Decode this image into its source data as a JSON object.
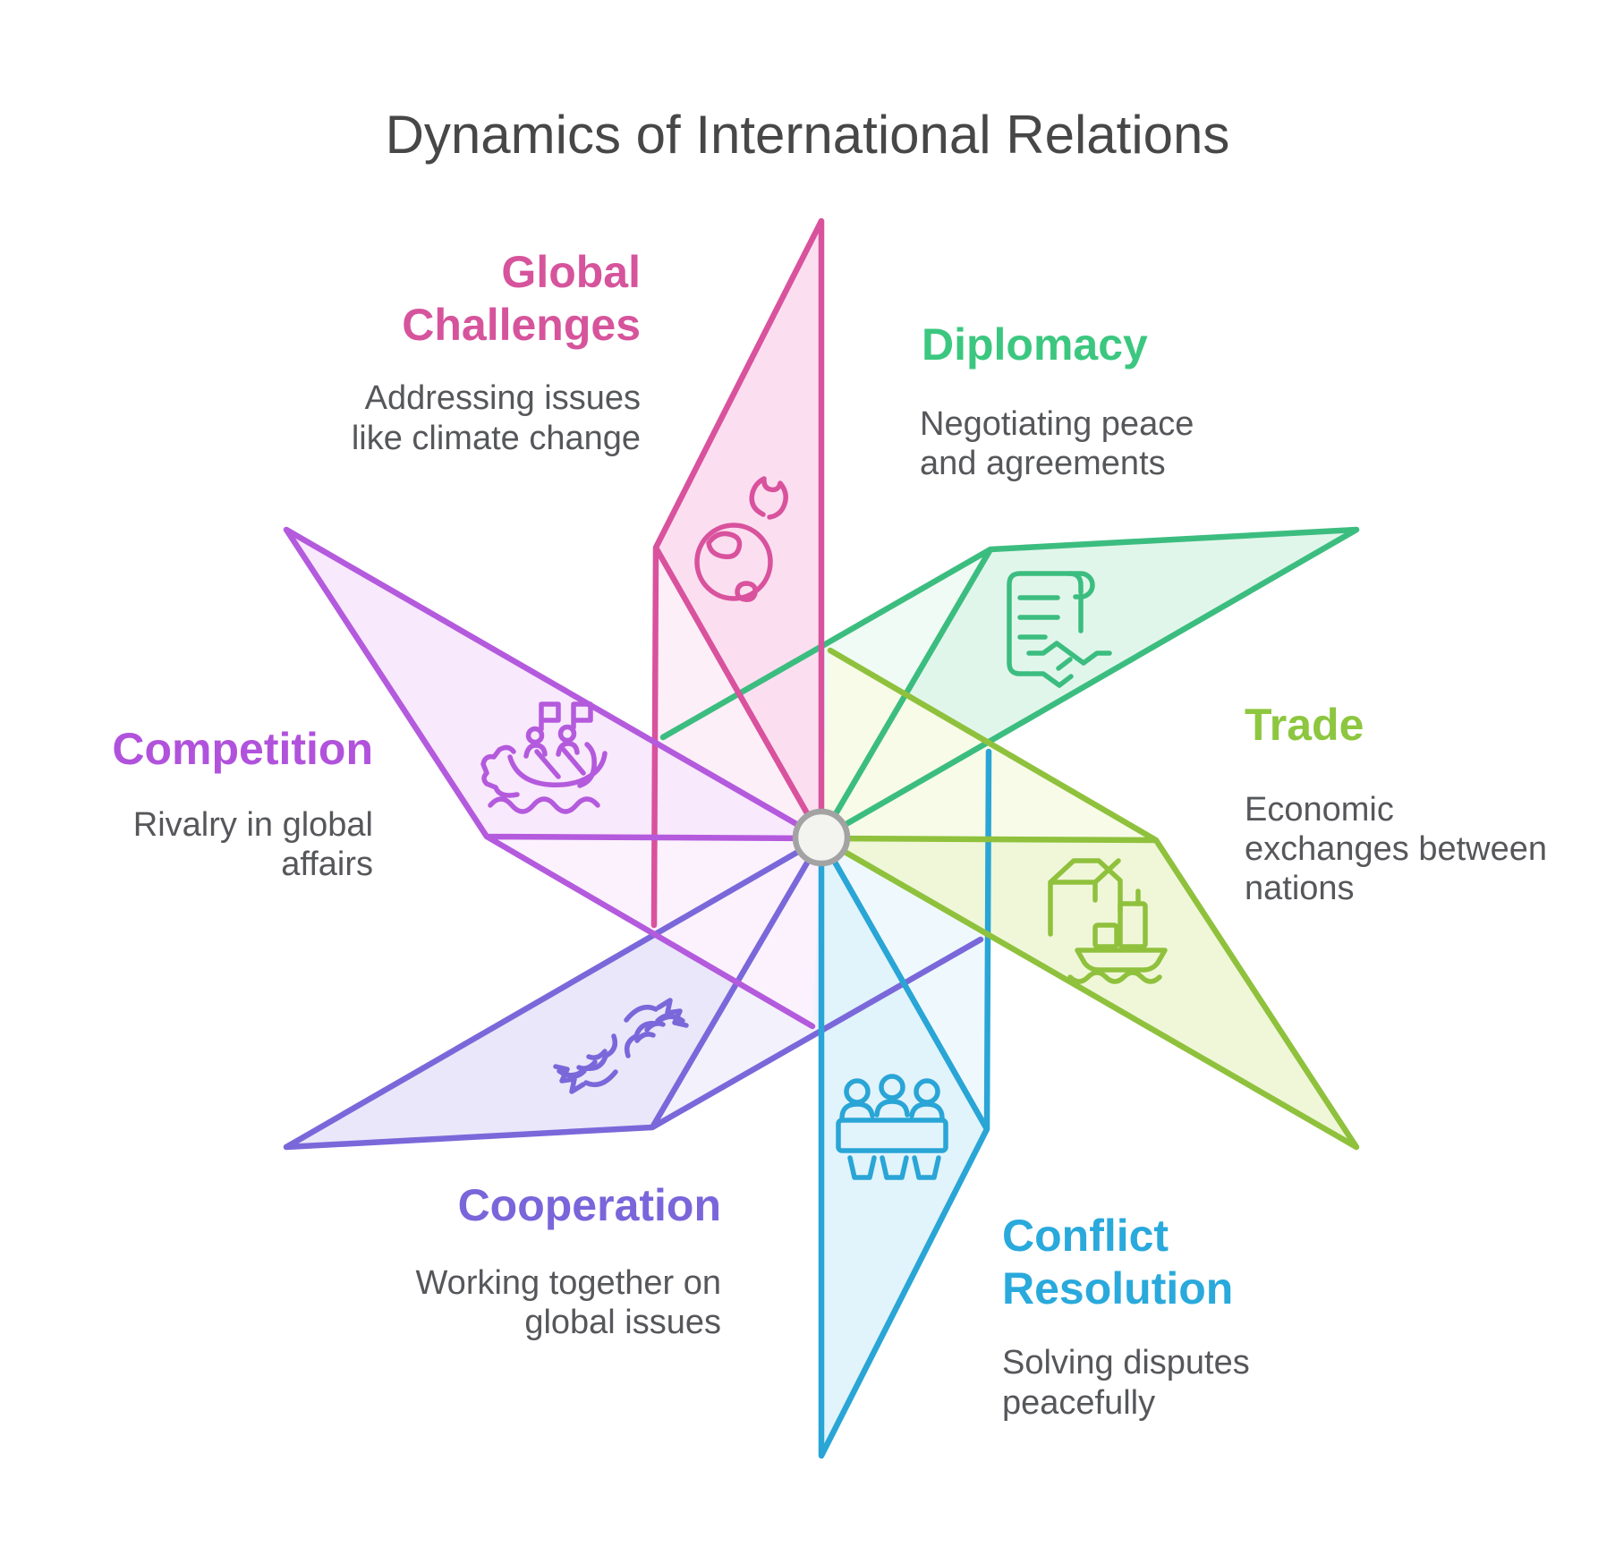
{
  "title": "Dynamics of International Relations",
  "hub": {
    "fill": "#f3f3f0",
    "stroke": "#a3a3a3"
  },
  "petals": [
    {
      "id": "global-challenges",
      "label": "Global\nChallenges",
      "description": "Addressing issues\nlike climate change",
      "icon": "burning-globe",
      "colors": {
        "text": "#d6549c",
        "stroke": "#d9529d",
        "fill": "#fbdff0",
        "fill_soft": "#fdeff8"
      }
    },
    {
      "id": "diplomacy",
      "label": "Diplomacy",
      "description": "Negotiating peace\nand agreements",
      "icon": "treaty-handshake",
      "colors": {
        "text": "#3bc77f",
        "stroke": "#3cbd80",
        "fill": "#e1f6eb",
        "fill_soft": "#effbf4"
      }
    },
    {
      "id": "trade",
      "label": "Trade",
      "description": "Economic\nexchanges between\nnations",
      "icon": "cargo-shipment",
      "colors": {
        "text": "#8dc63f",
        "stroke": "#8fc13d",
        "fill": "#f0f7d8",
        "fill_soft": "#f7fbe8"
      }
    },
    {
      "id": "conflict-resolution",
      "label": "Conflict\nResolution",
      "description": "Solving disputes\npeacefully",
      "icon": "meeting-table",
      "colors": {
        "text": "#29a9dc",
        "stroke": "#29a5d6",
        "fill": "#e1f3fb",
        "fill_soft": "#eff9fd"
      }
    },
    {
      "id": "cooperation",
      "label": "Cooperation",
      "description": "Working together on\nglobal issues",
      "icon": "clasped-hands",
      "colors": {
        "text": "#7a65da",
        "stroke": "#7a68da",
        "fill": "#eae7fa",
        "fill_soft": "#f3f1fc"
      }
    },
    {
      "id": "competition",
      "label": "Competition",
      "description": "Rivalry in global\naffairs",
      "icon": "dragon-boat",
      "colors": {
        "text": "#b152dc",
        "stroke": "#b45add",
        "fill": "#f8e9fc",
        "fill_soft": "#fbf2fd"
      }
    }
  ]
}
